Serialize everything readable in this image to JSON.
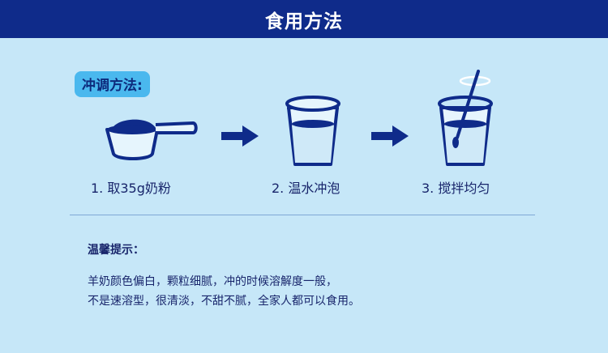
{
  "header": {
    "title": "食用方法"
  },
  "method_badge": "冲调方法:",
  "steps": [
    {
      "label": "1. 取35g奶粉",
      "icon": "measuring-scoop-icon"
    },
    {
      "label": "2. 温水冲泡",
      "icon": "cup-with-water-icon"
    },
    {
      "label": "3. 搅拌均匀",
      "icon": "cup-with-spoon-icon"
    }
  ],
  "tips": {
    "title": "温馨提示：",
    "lines": [
      "羊奶颜色偏白，颗粒细腻，冲的时候溶解度一般，",
      "不是速溶型，很清淡，不甜不腻，全家人都可以食用。"
    ]
  },
  "colors": {
    "header_bg": "#0f2b8a",
    "page_bg": "#c6e7f8",
    "badge_bg": "#4ab8ee",
    "text": "#18256b",
    "icon_stroke": "#0f2b8a"
  }
}
